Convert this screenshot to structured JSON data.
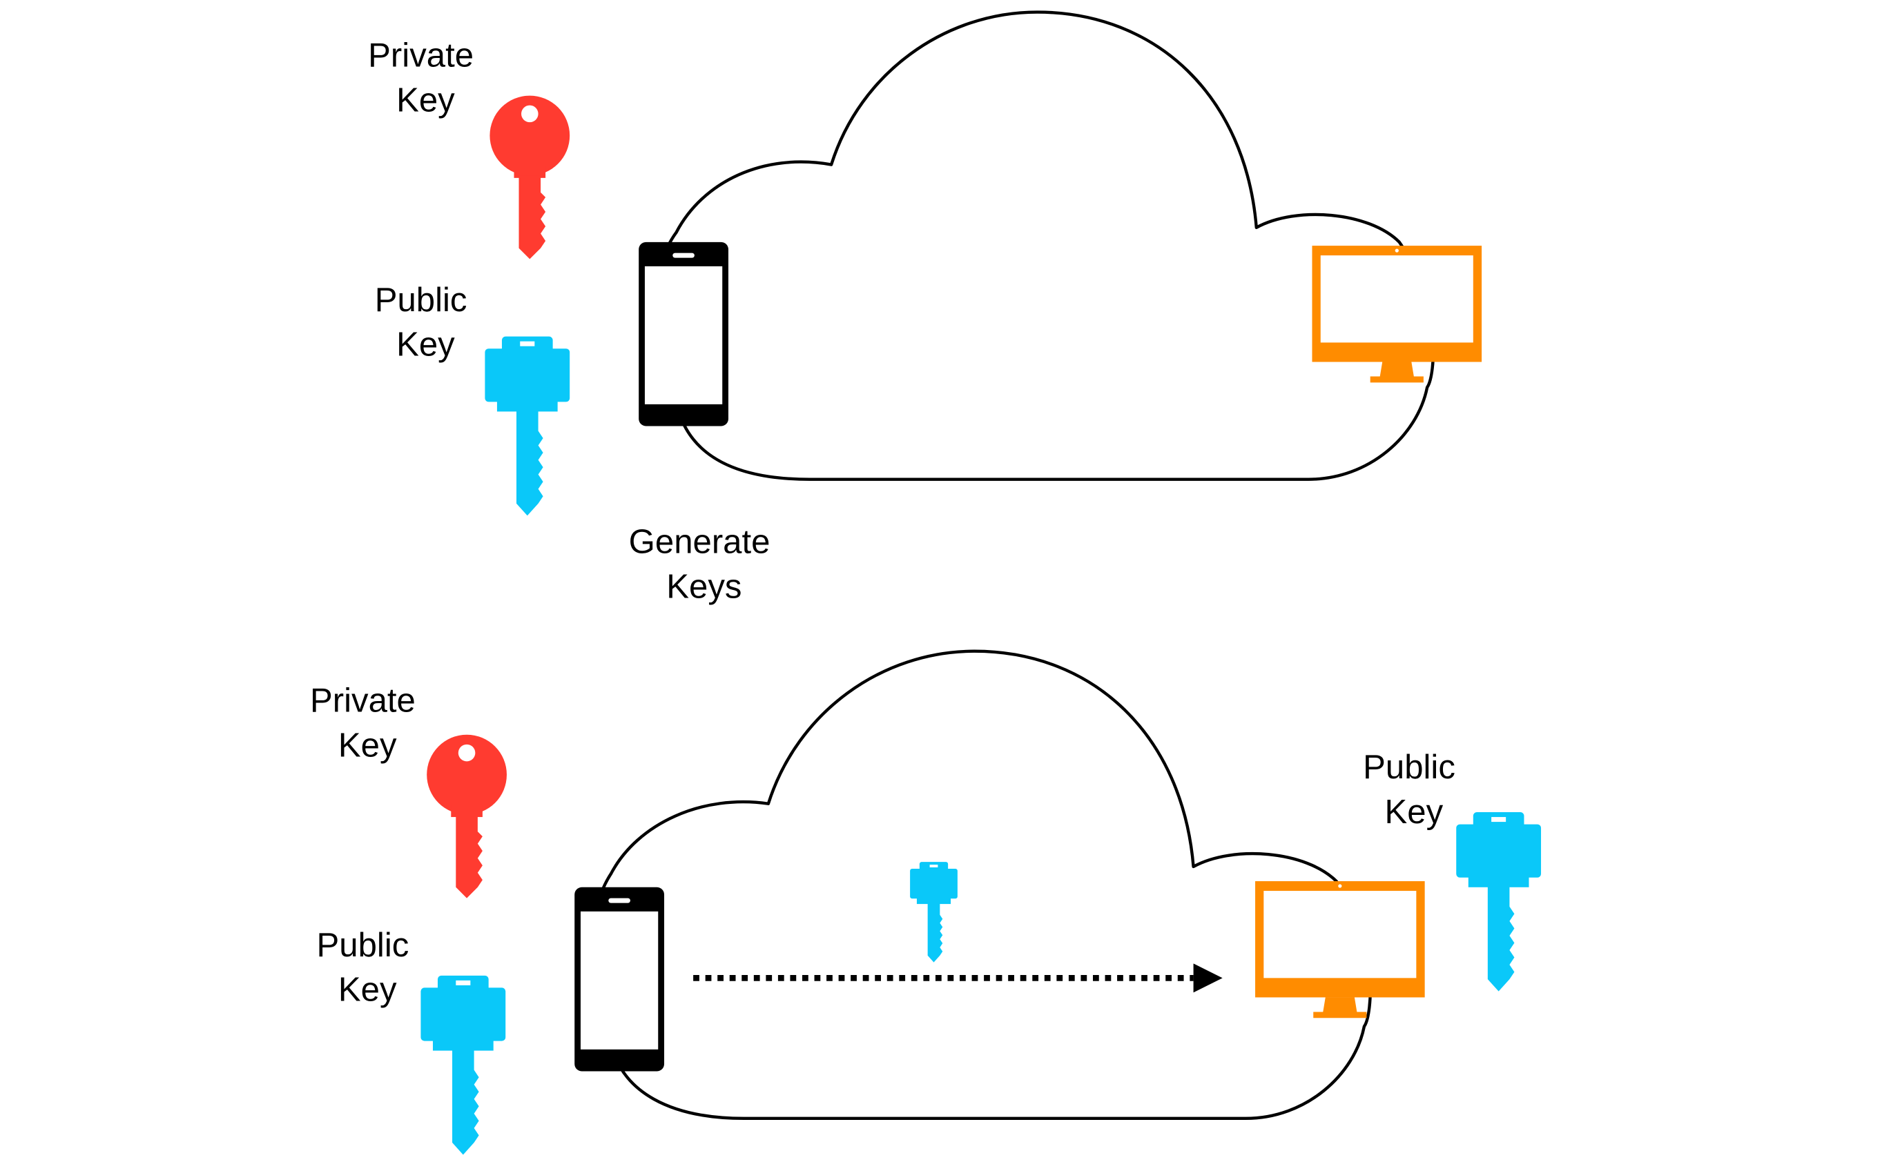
{
  "colors": {
    "private_key": "#FF3B30",
    "public_key": "#0AC8F9",
    "phone": "#000000",
    "monitor": "#FF8C00",
    "cloud_stroke": "#000000",
    "arrow": "#000000"
  },
  "icons": {
    "private_key": "private-key-icon",
    "public_key": "public-key-icon",
    "phone": "phone-icon",
    "monitor": "monitor-icon",
    "cloud": "cloud-icon"
  },
  "panel_top": {
    "private_key_label": [
      "Private",
      "Key"
    ],
    "public_key_label": [
      "Public",
      "Key"
    ],
    "action_label": [
      "Generate",
      "Keys"
    ]
  },
  "panel_bottom": {
    "private_key_label": [
      "Private",
      "Key"
    ],
    "public_key_label": [
      "Public",
      "Key"
    ],
    "monitor_public_key_label": [
      "Public",
      "Key"
    ]
  }
}
